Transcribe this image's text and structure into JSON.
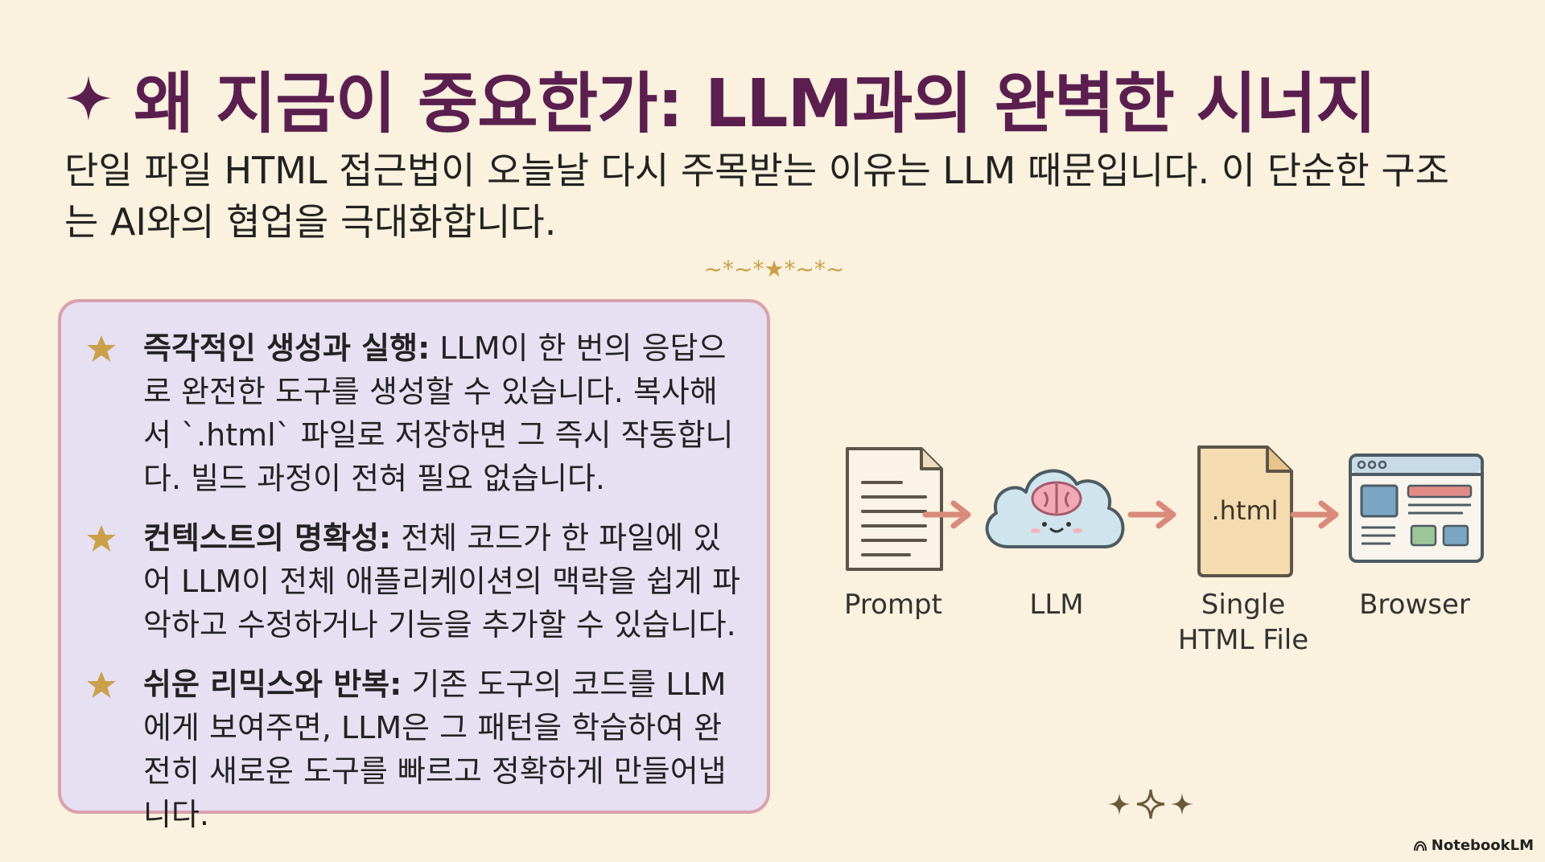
{
  "title": "왜 지금이 중요한가: LLM과의 완벽한 시너지",
  "subtitle": "단일 파일 HTML 접근법이 오늘날 다시 주목받는 이유는 LLM 때문입니다. 이 단순한 구조는 AI와의 협업을 극대화합니다.",
  "divider_text": "~*~*★*~*~",
  "points": [
    {
      "heading": "즉각적인 생성과 실행:",
      "body": " LLM이 한 번의 응답으로 완전한 도구를 생성할 수 있습니다. 복사해서 `.html` 파일로 저장하면 그 즉시 작동합니다. 빌드 과정이 전혀 필요 없습니다."
    },
    {
      "heading": "컨텍스트의 명확성:",
      "body": " 전체 코드가 한 파일에 있어 LLM이 전체 애플리케이션의 맥락을 쉽게 파악하고 수정하거나 기능을 추가할 수 있습니다."
    },
    {
      "heading": "쉬운 리믹스와 반복:",
      "body": " 기존 도구의 코드를 LLM에게 보여주면, LLM은 그 패턴을 학습하여 완전히 새로운 도구를 빠르고 정확하게 만들어냅니다."
    }
  ],
  "flow": {
    "steps": [
      {
        "label": "Prompt",
        "icon": "document-icon"
      },
      {
        "label": "LLM",
        "icon": "brain-cloud-icon"
      },
      {
        "label": "Single\nHTML File",
        "icon": "html-file-icon",
        "file_text": ".html"
      },
      {
        "label": "Browser",
        "icon": "browser-window-icon"
      }
    ]
  },
  "brand": "NotebookLM",
  "colors": {
    "background": "#faf1de",
    "title": "#5a1f4f",
    "panel_bg": "#e7e0f3",
    "panel_border": "#d9a1ad",
    "star": "#c9a14a",
    "arrow": "#d98a7a"
  }
}
